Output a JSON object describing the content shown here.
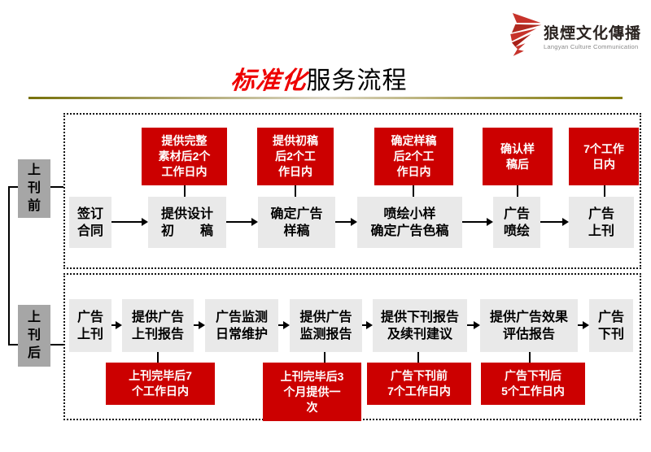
{
  "logo": {
    "name_cn": "狼煙文化傳播",
    "name_en": "Langyan Culture Communication",
    "mark_color": "#c7332b"
  },
  "title": {
    "emphasis": "标准化",
    "rest": "服务流程"
  },
  "colors": {
    "timing_box": "#cc0000",
    "step_box": "#e9e9e9",
    "stage_label_bg": "#a6a6a6",
    "title_emphasis": "#ee0000",
    "divider": "#77710a"
  },
  "stage_labels": {
    "before": "上\n刊\n前",
    "after": "上\n刊\n后"
  },
  "flow_before": {
    "steps": [
      "签订\n合同",
      "提供设计\n初　　稿",
      "确定广告\n样稿",
      "喷绘小样\n确定广告色稿",
      "广告\n喷绘",
      "广告\n上刊"
    ],
    "timings": [
      "提供完整\n素材后2个\n工作日内",
      "提供初稿\n后2个工\n作日内",
      "确定样稿\n后2个工\n作日内",
      "确认样\n稿后",
      "7个工作\n日内"
    ]
  },
  "flow_after": {
    "steps": [
      "广告\n上刊",
      "提供广告\n上刊报告",
      "广告监测\n日常维护",
      "提供广告\n监测报告",
      "提供下刊报告\n及续刊建议",
      "提供广告效果\n评估报告",
      "广告\n下刊"
    ],
    "timings": [
      "上刊完毕后7\n个工作日内",
      "上刊完毕后3\n个月提供一\n次",
      "广告下刊前\n7个工作日内",
      "广告下刊后\n5个工作日内"
    ]
  }
}
